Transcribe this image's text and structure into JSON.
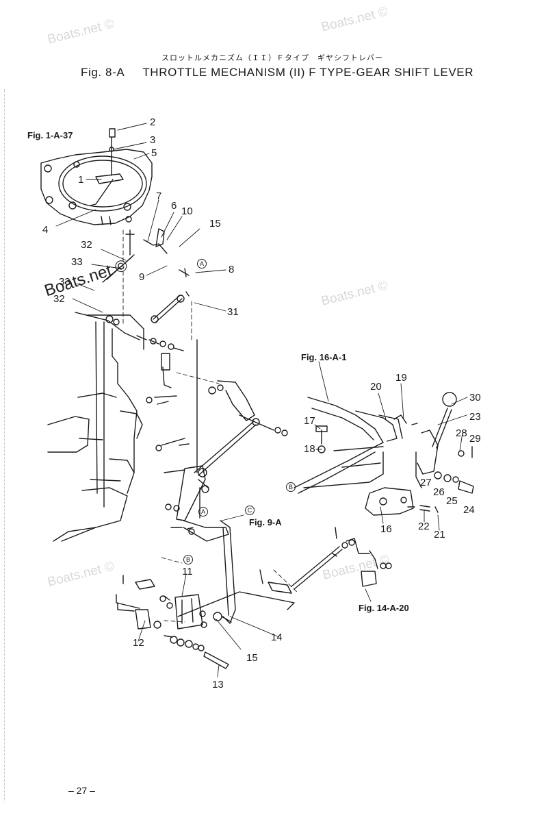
{
  "header": {
    "jp_title": "スロットルメカニズム（ＩＩ）Ｆタイプ　ギヤシフトレバー",
    "fig_label": "Fig. 8-A",
    "title": "THROTTLE MECHANISM (II) F TYPE-GEAR SHIFT LEVER"
  },
  "watermark": "Boats.net ©",
  "refs": {
    "fig_1a37": "Fig. 1-A-37",
    "fig_16a1": "Fig. 16-A-1",
    "fig_9a": "Fig. 9-A",
    "fig_14a20": "Fig. 14-A-20"
  },
  "markers": {
    "a": "A",
    "b": "B",
    "c": "C"
  },
  "parts": [
    "1",
    "2",
    "3",
    "4",
    "5",
    "6",
    "7",
    "8",
    "9",
    "10",
    "11",
    "12",
    "13",
    "14",
    "15",
    "16",
    "17",
    "18",
    "19",
    "20",
    "21",
    "22",
    "23",
    "24",
    "25",
    "26",
    "27",
    "28",
    "29",
    "30",
    "31",
    "32",
    "33"
  ],
  "page_number": "– 27 –"
}
